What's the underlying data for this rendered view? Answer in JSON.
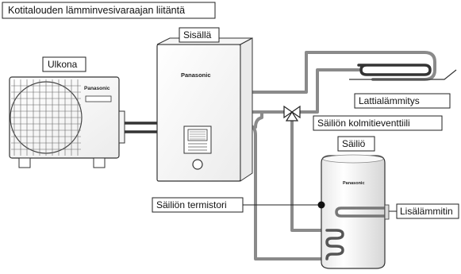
{
  "title": "Kotitalouden lämminvesivaraajan liitäntä",
  "labels": {
    "indoor": "Sisällä",
    "outdoor": "Ulkona",
    "floor_heating": "Lattialämmitys",
    "three_way_valve": "Säiliön kolmitieventtiili",
    "tank": "Säiliö",
    "tank_thermistor": "Säiliön termistori",
    "booster_heater": "Lisälämmitin"
  },
  "brand": "Panasonic",
  "colors": {
    "pipe": "#8a8a8a",
    "pipe_dark": "#333333",
    "outline": "#222222"
  }
}
